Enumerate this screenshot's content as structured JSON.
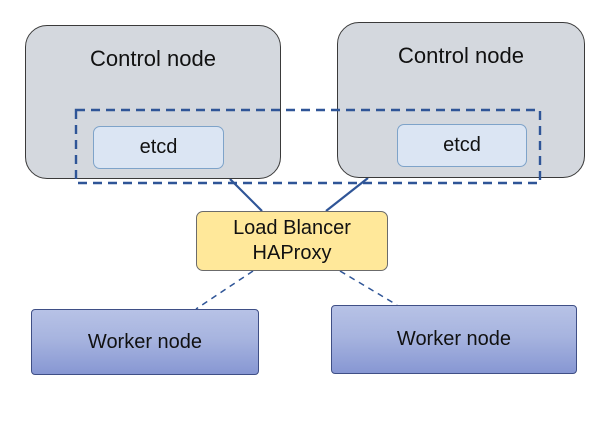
{
  "diagram": {
    "control_nodes": [
      {
        "label": "Control node",
        "etcd_label": "etcd"
      },
      {
        "label": "Control node",
        "etcd_label": "etcd"
      }
    ],
    "load_balancer": {
      "line1": "Load Blancer",
      "line2": "HAProxy"
    },
    "worker_nodes": [
      {
        "label": "Worker node"
      },
      {
        "label": "Worker node"
      }
    ],
    "colors": {
      "control_fill": "#d4d8de",
      "etcd_fill": "#dbe5f3",
      "load_balancer_fill": "#ffe89a",
      "worker_fill": "#a7b4df",
      "connector": "#2f5597"
    }
  }
}
